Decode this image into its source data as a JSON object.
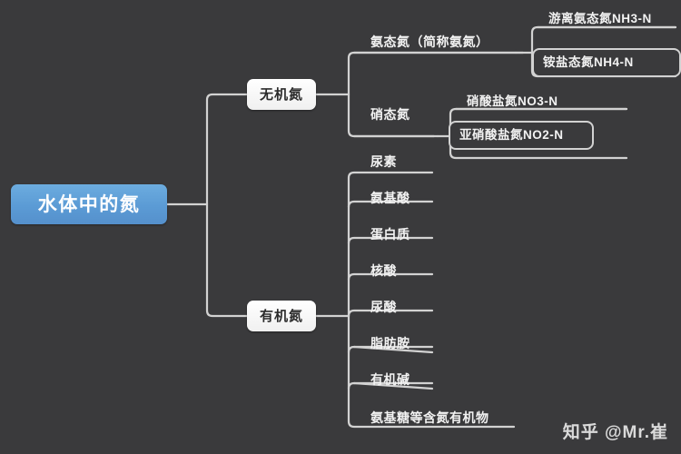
{
  "canvas": {
    "background_color": "#3a3a3c",
    "connector_color": "#d2d2d2"
  },
  "root": {
    "label": "水体中的氮",
    "accent_color": "#5b9bd5",
    "text_color": "#ffffff"
  },
  "branches": [
    {
      "label": "无机氮"
    },
    {
      "label": "有机氮"
    }
  ],
  "inorganic": {
    "children": [
      {
        "label": "氨态氮（简称氨氮）"
      },
      {
        "label": "硝态氮"
      }
    ],
    "ammonia_children": [
      {
        "label": "游离氨态氮NH3-N"
      },
      {
        "label": "铵盐态氮NH4-N"
      }
    ],
    "nitrate_children": [
      {
        "label": "硝酸盐氮NO3-N"
      },
      {
        "label": "亚硝酸盐氮NO2-N"
      }
    ]
  },
  "organic": {
    "children": [
      {
        "label": "尿素"
      },
      {
        "label": "氨基酸"
      },
      {
        "label": "蛋白质"
      },
      {
        "label": "核酸"
      },
      {
        "label": "尿酸"
      },
      {
        "label": "脂肪胺"
      },
      {
        "label": "有机碱"
      },
      {
        "label": "氨基糖等含氮有机物"
      }
    ]
  },
  "watermark": {
    "text": "知乎 @Mr.崔"
  }
}
